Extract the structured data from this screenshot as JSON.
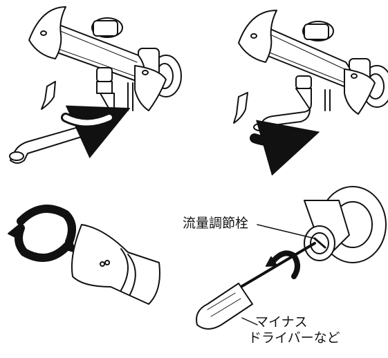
{
  "labels": {
    "flow_adjust_screw": "流量調節栓",
    "screwdriver_line1": "マイナス",
    "screwdriver_line2": "ドライバーなど"
  },
  "colors": {
    "line": "#111111",
    "fill": "#ffffff",
    "shade": "#e6e6e6",
    "arrow": "#111111"
  },
  "panels": [
    {
      "name": "faucet-spout-swing-right"
    },
    {
      "name": "faucet-spout-turned-right"
    },
    {
      "name": "handle-rotation"
    },
    {
      "name": "flow-screw-adjustment"
    }
  ],
  "icons": [
    "curved-arrow-icon",
    "rotate-arrows-icon",
    "screwdriver-icon"
  ]
}
